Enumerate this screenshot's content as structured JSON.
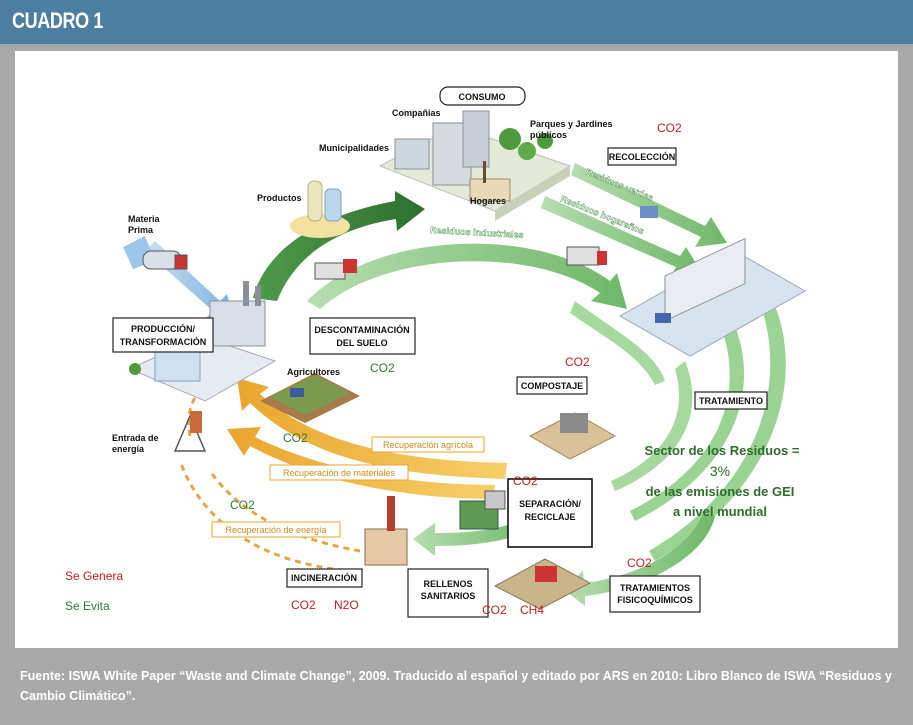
{
  "header": {
    "title": "CUADRO 1"
  },
  "diagram": {
    "consumo": "CONSUMO",
    "companias": "Compañias",
    "parques_1": "Parques y Jardines",
    "parques_2": "públicos",
    "municipalidades": "Municipalidades",
    "productos": "Productos",
    "hogares": "Hogares",
    "materia_1": "Materia",
    "materia_2": "Prima",
    "recoleccion": "RECOLECCIÓN",
    "residuos_verdes": "Residuos verdes",
    "residuos_hogarenos": "Residuos hogareños",
    "residuos_industriales": "Residuos industriales",
    "produccion_1": "PRODUCCIÓN/",
    "produccion_2": "TRANSFORMACIÓN",
    "descontaminacion_1": "DESCONTAMINACIÓN",
    "descontaminacion_2": "DEL SUELO",
    "agricultores": "Agricultores",
    "compostaje": "COMPOSTAJE",
    "tratamiento": "TRATAMIENTO",
    "entrada_1": "Entrada de",
    "entrada_2": "energía",
    "recuperacion_agricola": "Recuperación agrícola",
    "recuperacion_materiales": "Recuperación de materiales",
    "recuperacion_energia": "Recuperación de energía",
    "separacion_1": "SEPARACIÓN/",
    "separacion_2": "RECICLAJE",
    "sector_1": "Sector de los Residuos =",
    "sector_2": "3%",
    "sector_3": "de las emisiones de GEI",
    "sector_4": "a nivel mundial",
    "incineracion": "INCINERACIÓN",
    "rellenos_1": "RELLENOS",
    "rellenos_2": "SANITARIOS",
    "tratamientos_1": "TRATAMIENTOS",
    "tratamientos_2": "FISICOQUÍMICOS",
    "co2": "CO2",
    "n2o": "N2O",
    "ch4": "CH4",
    "legend_genera": "Se Genera",
    "legend_evita": "Se Evita"
  },
  "colors": {
    "header": "#4d7d9f",
    "genera": "#c0201f",
    "evita": "#2f7d32",
    "green_arrow": "#8fc98a",
    "orange_arrow": "#f0b640",
    "energy_dash": "#e0a84a"
  },
  "footer": {
    "source": "Fuente: ISWA White Paper “Waste and Climate Change”, 2009. Traducido al español y editado por ARS en 2010: Libro Blanco de ISWA “Residuos y Cambio Climático”."
  }
}
